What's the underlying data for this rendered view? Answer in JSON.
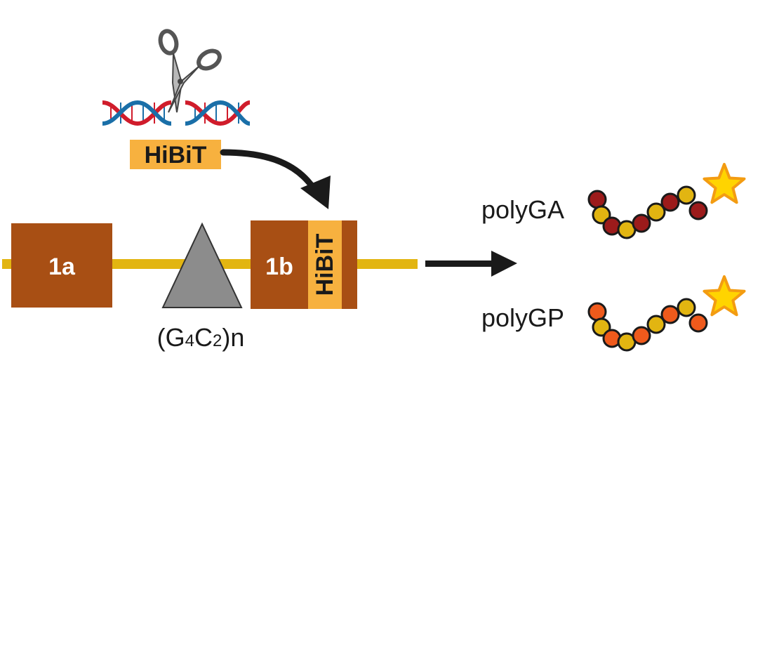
{
  "colors": {
    "exon": "#a84f14",
    "intron_line": "#e2b511",
    "tag": "#f7b13f",
    "repeat": "#8c8c8c",
    "arrow": "#1a1a1a",
    "dna_red": "#d01c2b",
    "dna_blue": "#1a6fa8",
    "bead_yellow": "#e2b511",
    "bead_red": "#9c1b1b",
    "bead_orange": "#ef5a1c",
    "star": "#ffd400"
  },
  "edit": {
    "icons": [
      "scissors-icon",
      "dna-helix-icon"
    ],
    "tag_label": "HiBiT"
  },
  "gene": {
    "exon_1a": "1a",
    "exon_1b": "1b",
    "inserted_tag": "HiBiT",
    "repeat_prefix": "(G",
    "repeat_sub1": "4",
    "repeat_mid": "C",
    "repeat_sub2": "2",
    "repeat_suffix": ")n"
  },
  "products": [
    {
      "label": "polyGA",
      "beads": [
        "red",
        "yellow",
        "red",
        "yellow",
        "red",
        "yellow",
        "red",
        "yellow",
        "red",
        "red"
      ]
    },
    {
      "label": "polyGP",
      "beads": [
        "orange",
        "yellow",
        "orange",
        "yellow",
        "orange",
        "yellow",
        "orange",
        "yellow",
        "orange",
        "orange"
      ]
    }
  ]
}
